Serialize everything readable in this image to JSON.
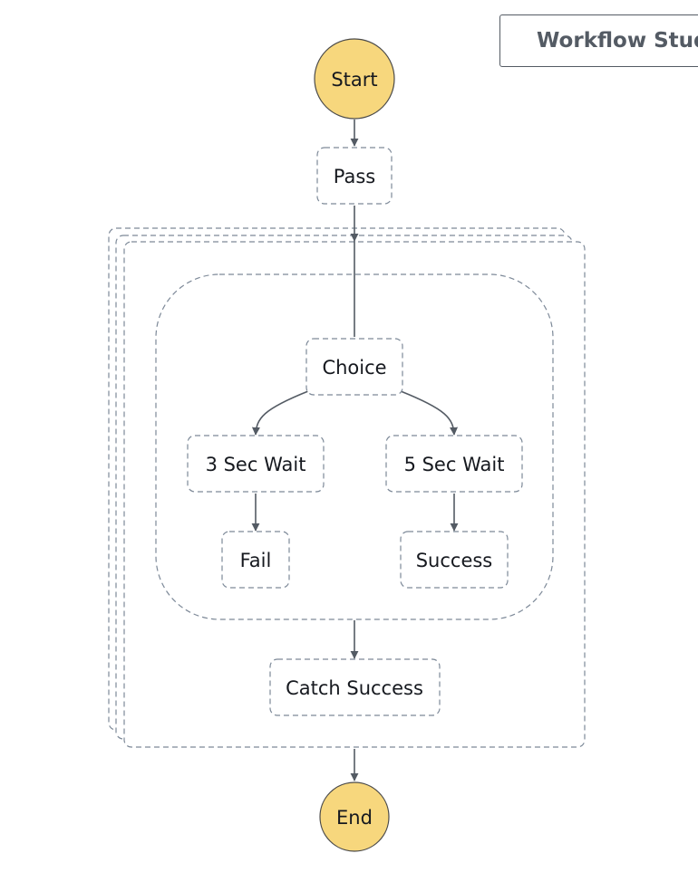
{
  "toolbar": {
    "workflow_studio_label": "Workflow Studio"
  },
  "colors": {
    "terminal_fill": "#f7d77d",
    "terminal_stroke": "#4a4a4a",
    "state_border": "#7d8998",
    "edge": "#545b64"
  },
  "nodes": {
    "start": "Start",
    "pass": "Pass",
    "choice": "Choice",
    "wait3": "3 Sec Wait",
    "wait5": "5 Sec Wait",
    "fail": "Fail",
    "success": "Success",
    "catch_success": "Catch Success",
    "end": "End"
  }
}
